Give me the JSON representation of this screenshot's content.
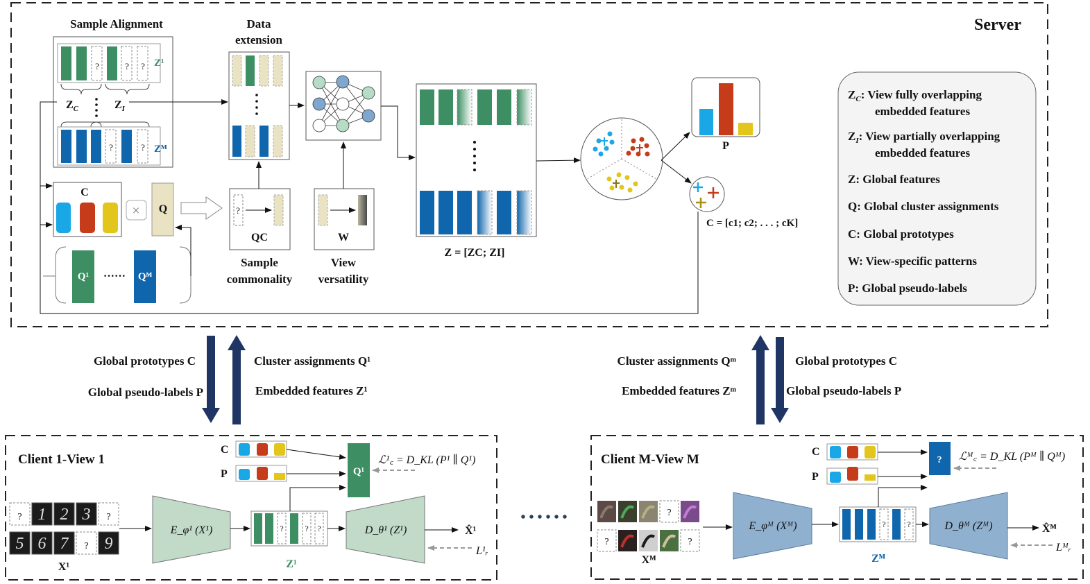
{
  "colors": {
    "green": "#3d8f63",
    "blue": "#1066ad",
    "beige": "#e9e3c4",
    "cyan": "#1aa7e6",
    "red": "#c63b19",
    "yellow": "#e3c61b",
    "navy_arrow": "#1f3664",
    "encoder": "#c2dac8",
    "encoder_blue": "#8fb0cf",
    "nn_node_blue": "#7fa6cf",
    "nn_node_green": "#b6dcc5"
  },
  "server": {
    "title": "Server",
    "sample_alignment": {
      "title": "Sample Alignment",
      "z1": "Z¹",
      "zm": "Zᴹ",
      "zc": "Z",
      "zc_sub": "C",
      "zi": "Z",
      "zi_sub": "I",
      "q": "?"
    },
    "data_extension": {
      "line1": "Data",
      "line2": "extension"
    },
    "prototypes": {
      "c_label": "C",
      "times": "×",
      "q_label": "Q"
    },
    "client_assignments": {
      "q1": "Q¹",
      "dots": "······",
      "qm": "Qᴹ"
    },
    "qc": {
      "q": "?",
      "label": "QC",
      "caption1": "Sample",
      "caption2": "commonality"
    },
    "w": {
      "label": "W",
      "caption1": "View",
      "caption2": "versatility"
    },
    "z_formula": "Z = [Z",
    "z_formula_full": "Z = [ZC; ZI]",
    "p_label": "P",
    "c_formula": "C = [c₁; c₂; . . . ; c",
    "c_formula_full": "C = [c1; c2; . . . ; cK]"
  },
  "legend": [
    {
      "sym": "Z",
      "sub": "C",
      "line1": ": View fully overlapping",
      "line2": "embedded features"
    },
    {
      "sym": "Z",
      "sub": "I",
      "line1": ": View partially overlapping",
      "line2": "embedded features"
    },
    {
      "sym": "Z",
      "sub": "",
      "line1": ": Global features",
      "line2": ""
    },
    {
      "sym": "Q",
      "sub": "",
      "line1": ": Global cluster assignments",
      "line2": ""
    },
    {
      "sym": "C",
      "sub": "",
      "line1": ": Global prototypes",
      "line2": ""
    },
    {
      "sym": "W",
      "sub": "",
      "line1": ": View-specific patterns",
      "line2": ""
    },
    {
      "sym": "P",
      "sub": "",
      "line1": ": Global pseudo-labels",
      "line2": ""
    }
  ],
  "comm": {
    "left_down1": "Global prototypes C",
    "left_down2": "Global pseudo-labels P",
    "left_up1": "Cluster assignments Q¹",
    "left_up2": "Embedded features Z¹",
    "right_up1": "Cluster assignments Qᵐ",
    "right_up2": "Embedded features Zᵐ",
    "right_down1": "Global prototypes C",
    "right_down2": "Global pseudo-labels P"
  },
  "client1": {
    "title": "Client 1-View 1",
    "c": "C",
    "p": "P",
    "q": "Q¹",
    "loss": "ℒ¹꜀ = D_KL (P¹ ∥ Q¹)",
    "encoder": "E_φ¹ (X¹)",
    "decoder": "D_θ¹ (Z¹)",
    "x": "X¹",
    "z": "Z¹",
    "xhat": "X̂¹",
    "lr": "L¹ᵣ",
    "digits_top": [
      "?",
      "1",
      "2",
      "3",
      "?"
    ],
    "digits_bottom": [
      "5",
      "6",
      "7",
      "?",
      "9"
    ]
  },
  "ellipsis": "• • • • • •",
  "clientM": {
    "title": "Client M-View M",
    "c": "C",
    "p": "P",
    "q": "?",
    "loss": "ℒᴹ꜀ = D_KL (Pᴹ ∥ Qᴹ)",
    "encoder": "E_φᴹ (Xᴹ)",
    "decoder": "D_θᴹ (Zᴹ)",
    "x": "Xᴹ",
    "z": "Zᴹ",
    "xhat": "X̂ᴹ",
    "lr": "Lᴹᵣ"
  }
}
